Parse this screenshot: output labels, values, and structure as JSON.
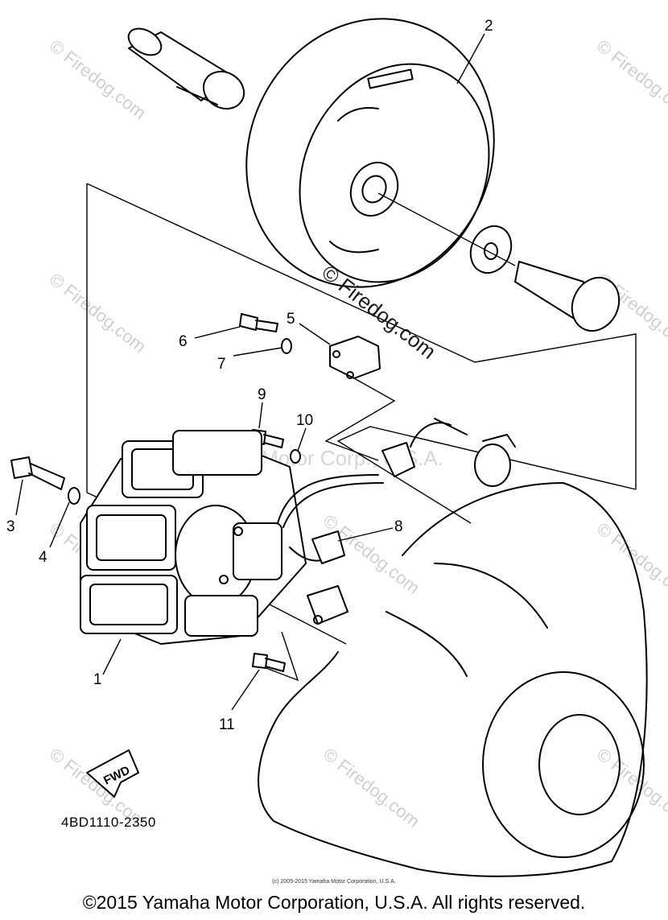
{
  "callouts": [
    "1",
    "2",
    "3",
    "4",
    "5",
    "6",
    "7",
    "8",
    "9",
    "10",
    "11"
  ],
  "fwd_label": "FWD",
  "diagram_code": "4BD1110-2350",
  "watermark": "© Firedog.com",
  "watermark_center": "Yamaha Motor Corp., U.S.A.",
  "small_copyright": "(c) 2005-2015 Yamaha Motor Corporation, U.S.A.",
  "copyright": "©2015 Yamaha Motor Corporation, U.S.A. All rights reserved."
}
